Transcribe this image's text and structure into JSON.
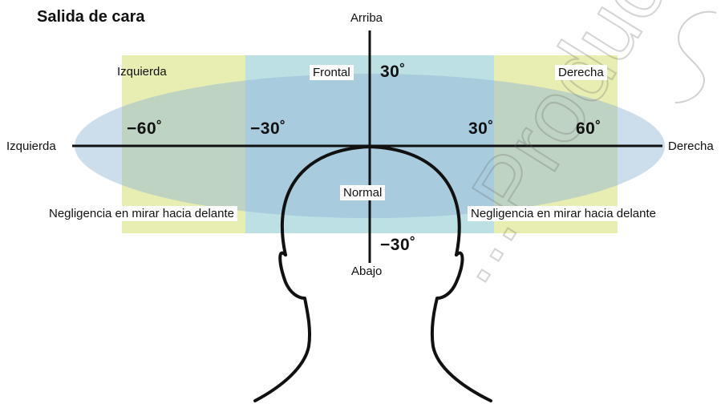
{
  "title": "Salida de cara",
  "labels": {
    "arriba": "Arriba",
    "abajo": "Abajo",
    "izquierda_axis": "Izquierda",
    "derecha_axis": "Derecha",
    "izquierda_zone": "Izquierda",
    "frontal_zone": "Frontal",
    "derecha_zone": "Derecha",
    "normal": "Normal",
    "negligencia_left": "Negligencia en mirar hacia delante",
    "negligencia_right": "Negligencia en mirar hacia delante"
  },
  "angles": {
    "up": "30˚",
    "down": "−30˚",
    "left_60": "−60˚",
    "left_30": "−30˚",
    "right_30": "30˚",
    "right_60": "60˚"
  },
  "watermark": "...Products",
  "colors": {
    "side_zone": "#e8edb2",
    "center_zone": "#bde0e4",
    "ellipse": "#8fb4d4",
    "line": "#111111"
  }
}
